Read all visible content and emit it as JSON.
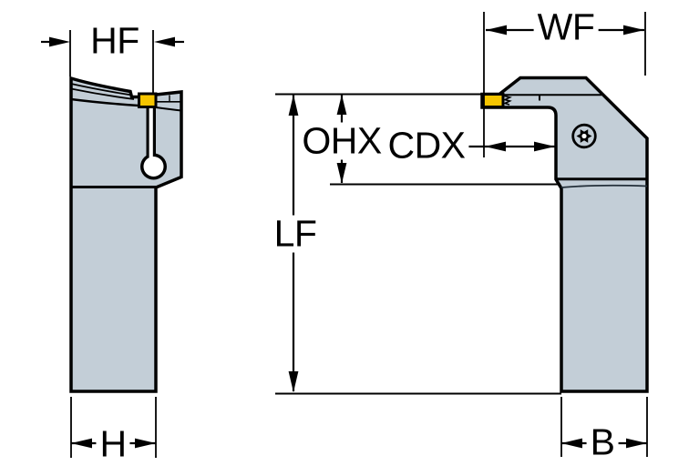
{
  "title": "Parting and grooving tool holder dimension drawing",
  "labels": {
    "hf": "HF",
    "wf": "WF",
    "ohx": "OHX",
    "cdx": "CDX",
    "lf": "LF",
    "h": "H",
    "b": "B"
  },
  "colors": {
    "body-fill": "#c3ced7",
    "insert-fill": "#f6c500",
    "line": "#000000",
    "shadow-line": "#24303a",
    "background": "#ffffff"
  },
  "icons": {
    "torx_screw": "torx-screw",
    "insert": "cutting-insert"
  }
}
